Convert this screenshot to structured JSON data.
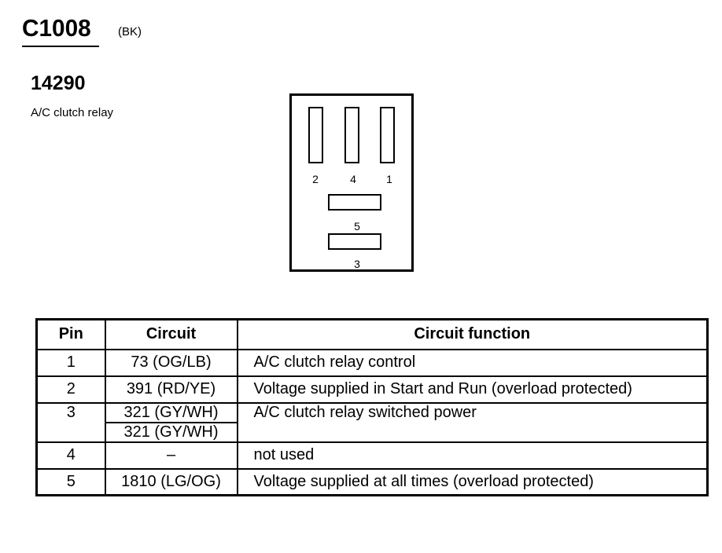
{
  "connector": {
    "id": "C1008",
    "color_code": "(BK)"
  },
  "component": {
    "number": "14290",
    "description": "A/C clutch relay"
  },
  "connector_face": {
    "pin_labels": [
      "2",
      "4",
      "1",
      "5",
      "3"
    ]
  },
  "table": {
    "headers": [
      "Pin",
      "Circuit",
      "Circuit function"
    ],
    "rows": [
      {
        "pin": "1",
        "circuits": [
          "73 (OG/LB)"
        ],
        "function": "A/C clutch relay control"
      },
      {
        "pin": "2",
        "circuits": [
          "391 (RD/YE)"
        ],
        "function": "Voltage supplied in Start and Run (overload protected)"
      },
      {
        "pin": "3",
        "circuits": [
          "321 (GY/WH)",
          "321 (GY/WH)"
        ],
        "function": "A/C clutch relay switched power"
      },
      {
        "pin": "4",
        "circuits": [
          "–"
        ],
        "function": "not used"
      },
      {
        "pin": "5",
        "circuits": [
          "1810 (LG/OG)"
        ],
        "function": "Voltage supplied at all times (overload protected)"
      }
    ]
  }
}
